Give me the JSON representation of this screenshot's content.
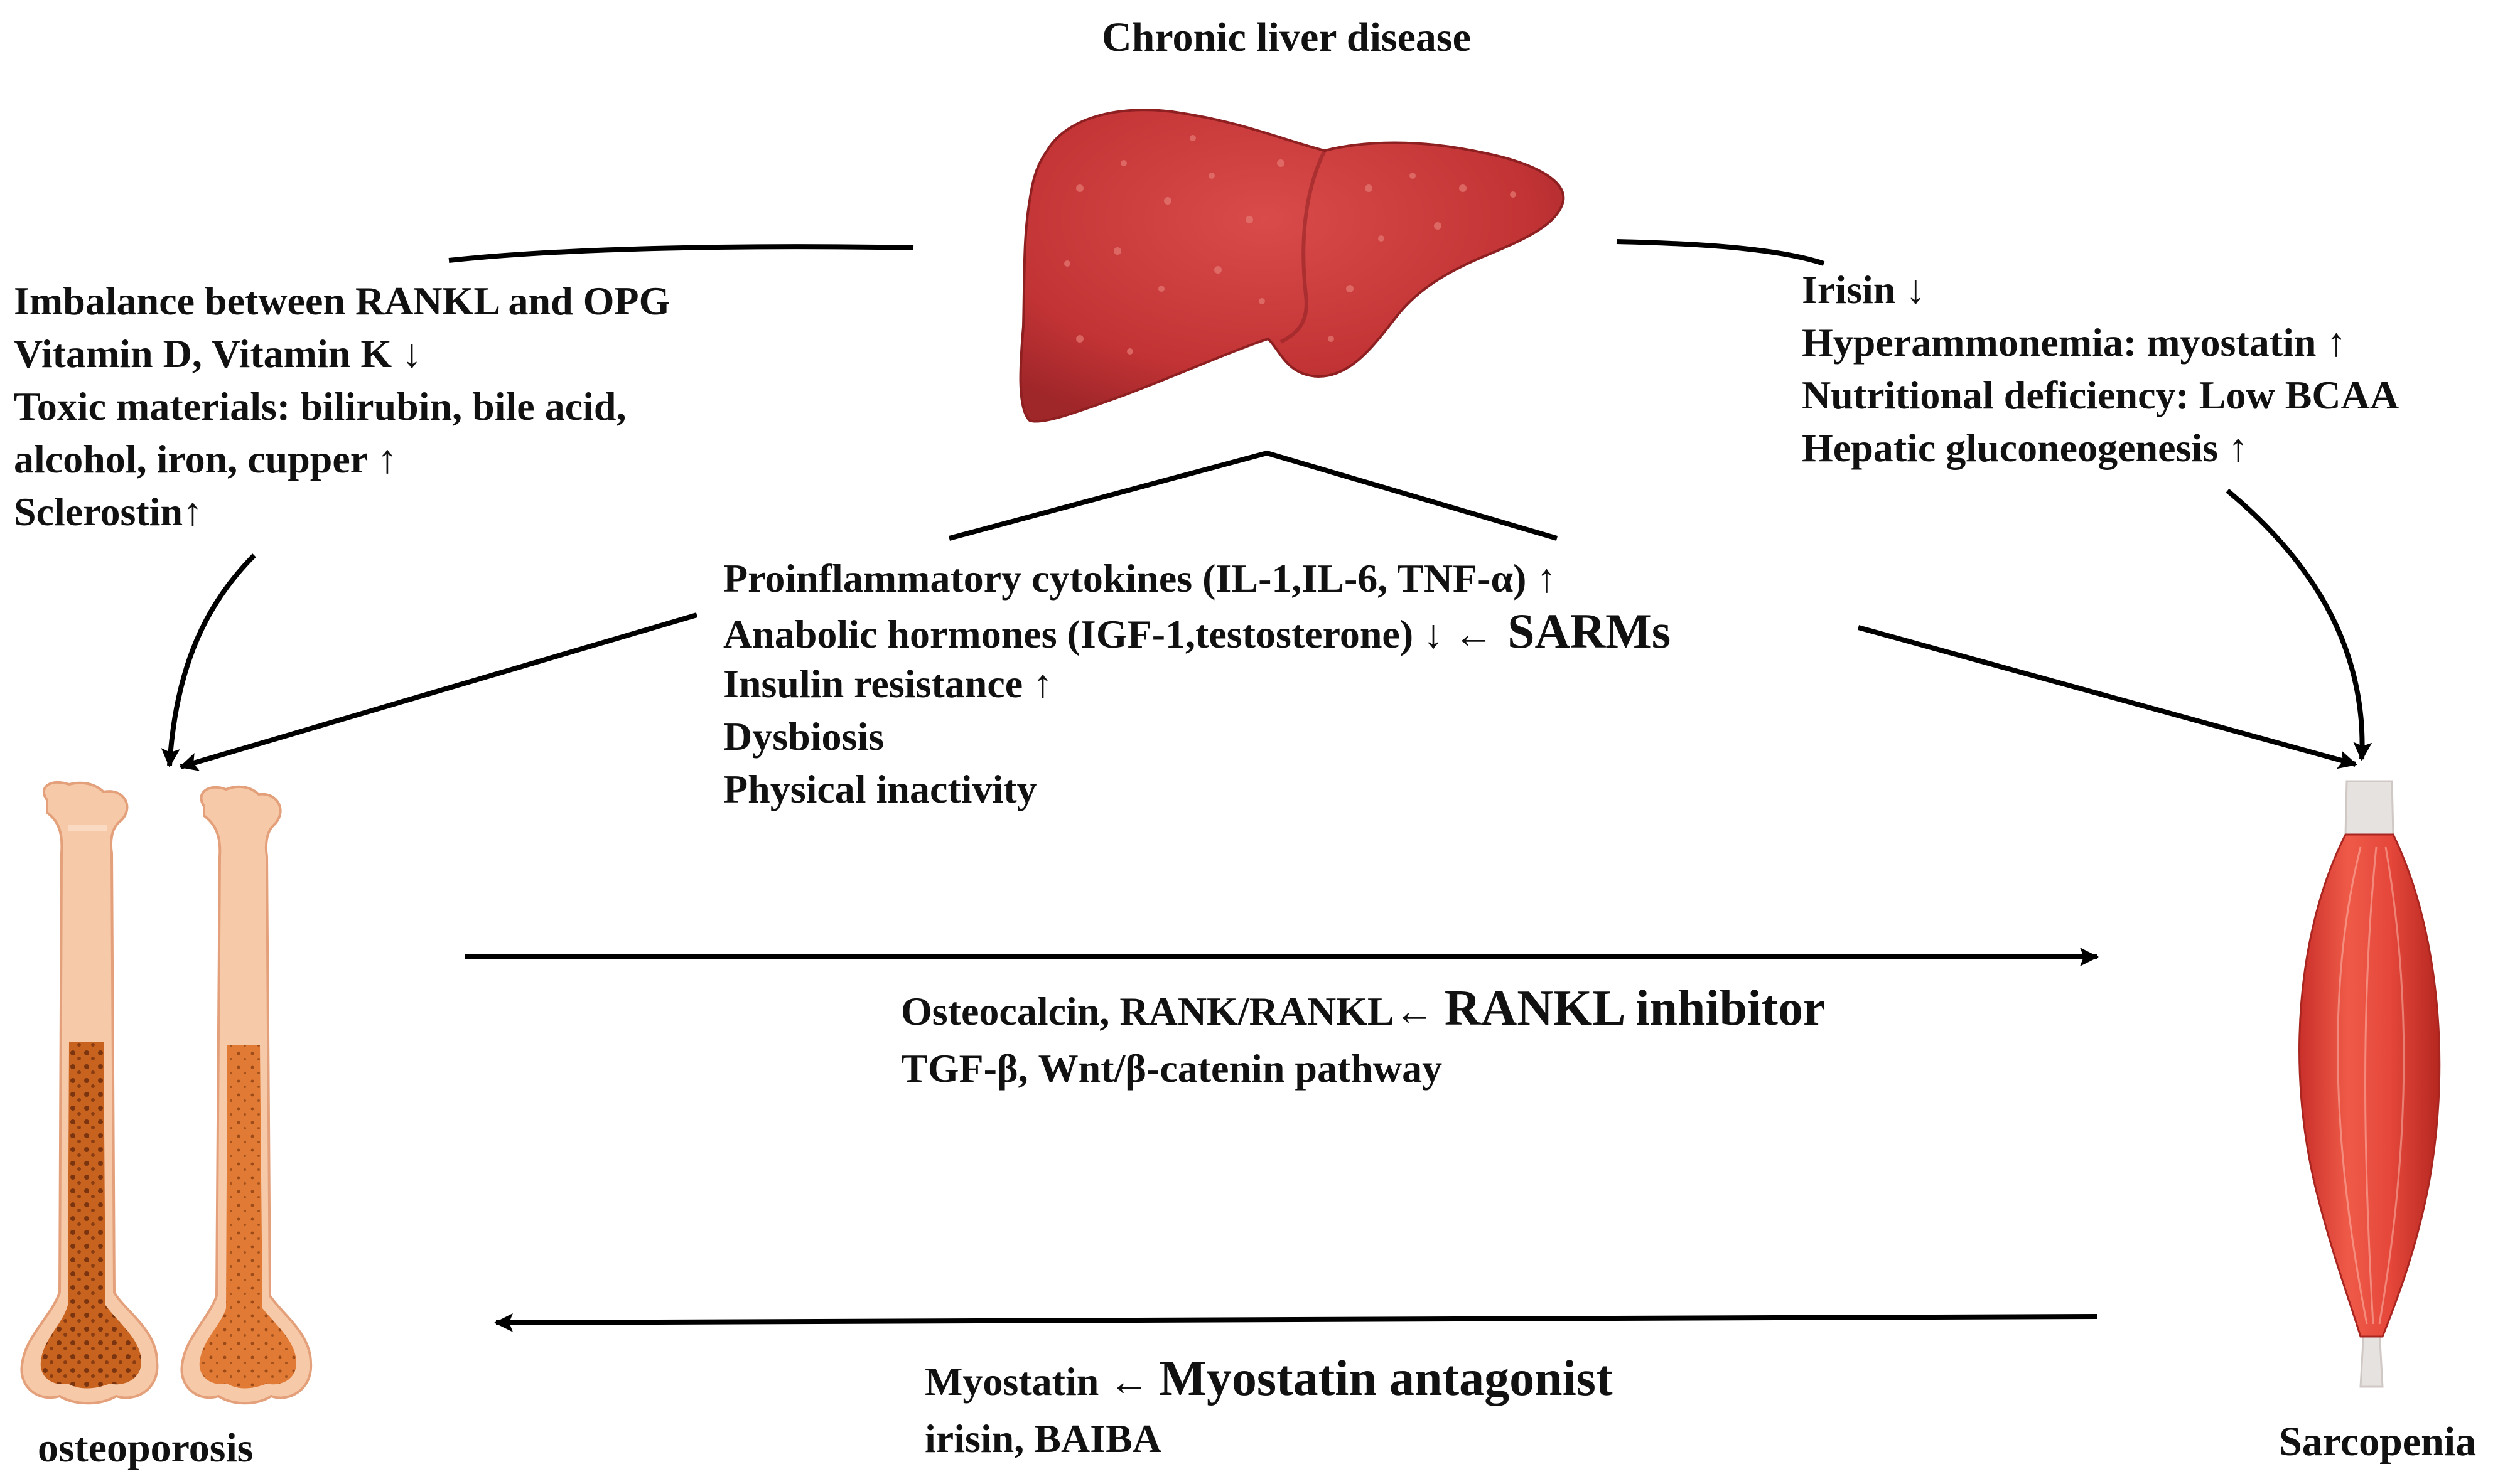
{
  "title": "Chronic liver disease",
  "left_factors": [
    "Imbalance between RANKL and OPG",
    "Vitamin D, Vitamin K ↓",
    "Toxic materials: bilirubin, bile acid,",
    "alcohol, iron, cupper ↑",
    "Sclerostin↑"
  ],
  "right_factors": [
    "Irisin ↓",
    "Hyperammonemia: myostatin ↑",
    "Nutritional deficiency: Low BCAA",
    "Hepatic gluconeogenesis ↑"
  ],
  "center_factors": {
    "proinflammatory": "Proinflammatory cytokines (IL-1,IL-6, TNF-α) ↑",
    "anabolic": "Anabolic hormones (IGF-1,testosterone) ↓ ←",
    "sarms": "SARMs",
    "insulin": "Insulin resistance ↑",
    "dysbiosis": "Dysbiosis",
    "inactivity": "Physical inactivity"
  },
  "bone_to_muscle": {
    "line1_prefix": "Osteocalcin, RANK/RANKL←",
    "line1_drug": "RANKL inhibitor",
    "line2": "TGF-β, Wnt/β-catenin pathway"
  },
  "muscle_to_bone": {
    "line1_prefix": "Myostatin ←",
    "line1_drug": "Myostatin antagonist",
    "line2": "irisin, BAIBA"
  },
  "label_bone": "osteoporosis",
  "label_muscle": "Sarcopenia",
  "colors": {
    "liver": "#c8383a",
    "liver_dark": "#a42a2d",
    "bone": "#f6c9a8",
    "bone_marrow": "#c8621f",
    "muscle": "#e24a3c",
    "tendon": "#e6e2e0",
    "line": "#000000"
  }
}
